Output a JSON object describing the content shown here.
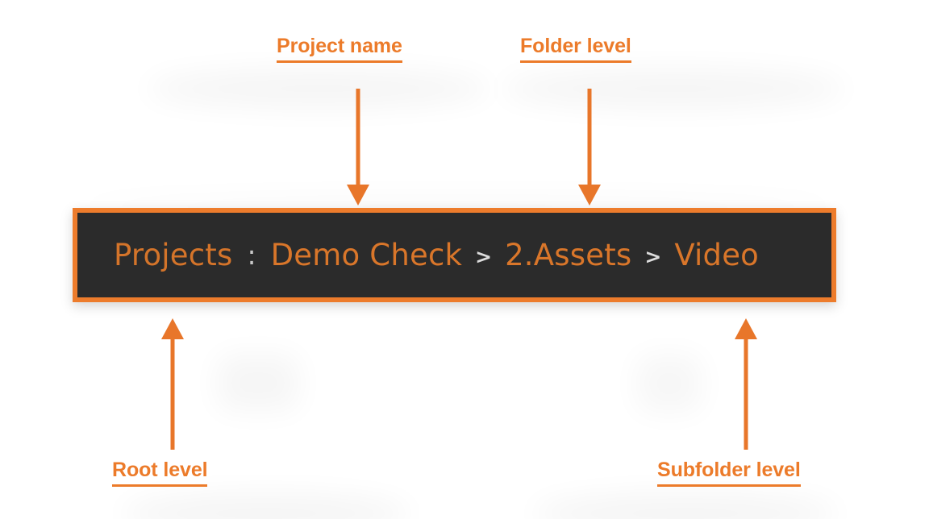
{
  "page": {
    "background_color": "#ffffff",
    "accent_color": "#ec7b2a"
  },
  "breadcrumb": {
    "bar_background": "#2b2b2b",
    "bar_border_color": "#ed7c2c",
    "text_color": "#d9762a",
    "separator_color": "#cfcfcf",
    "items": [
      {
        "label": "Projects",
        "level": "root"
      },
      {
        "label": "Demo Check",
        "level": "project"
      },
      {
        "label": "2.Assets",
        "level": "folder"
      },
      {
        "label": "Video",
        "level": "subfolder"
      }
    ],
    "separators": {
      "root_to_project": ":",
      "chevron": ">"
    }
  },
  "annotations": [
    {
      "id": "project-name",
      "label": "Project name",
      "arrow": "down",
      "position": "top-left"
    },
    {
      "id": "folder-level",
      "label": "Folder level",
      "arrow": "down",
      "position": "top-right"
    },
    {
      "id": "root-level",
      "label": "Root level",
      "arrow": "up",
      "position": "bottom-left"
    },
    {
      "id": "subfolder",
      "label": "Subfolder level",
      "arrow": "up",
      "position": "bottom-right"
    }
  ],
  "labels": {
    "project_name": "Project name",
    "folder_level": "Folder level",
    "root_level": "Root level",
    "subfolder_level": "Subfolder level"
  }
}
